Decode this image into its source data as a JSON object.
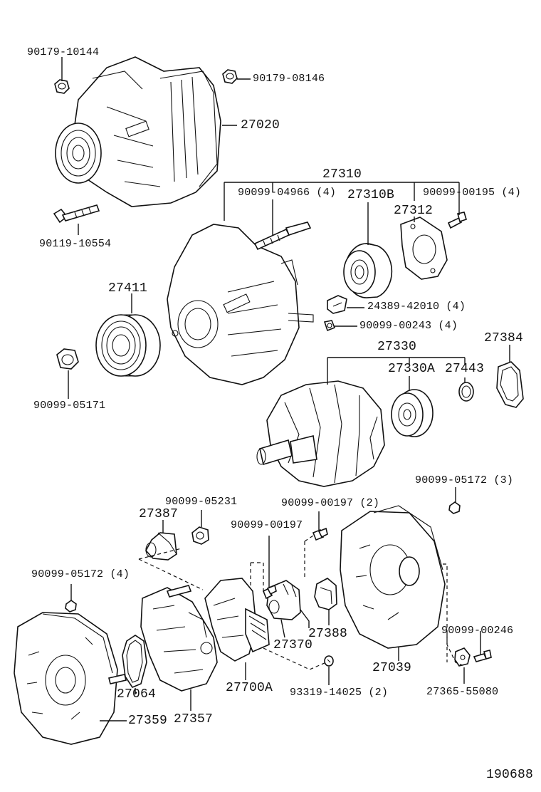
{
  "diagram_id": "190688",
  "labels": {
    "p90179_10144": "90179-10144",
    "p90179_08146": "90179-08146",
    "p27020": "27020",
    "p27310": "27310",
    "p90099_04966": "90099-04966 (4)",
    "p27310B": "27310B",
    "p90099_00195": "90099-00195 (4)",
    "p27312": "27312",
    "p90119_10554": "90119-10554",
    "p27411": "27411",
    "p24389_42010": "24389-42010 (4)",
    "p90099_00243": "90099-00243 (4)",
    "p27384": "27384",
    "p27330": "27330",
    "p27330A": "27330A",
    "p27443": "27443",
    "p90099_05171": "90099-05171",
    "p90099_05172_3": "90099-05172 (3)",
    "p90099_05231": "90099-05231",
    "p90099_00197_2": "90099-00197 (2)",
    "p27387": "27387",
    "p90099_00197": "90099-00197",
    "p90099_05172_4": "90099-05172 (4)",
    "p27388": "27388",
    "p27370": "27370",
    "p90099_00246": "90099-00246",
    "p27039": "27039",
    "p27064": "27064",
    "p27700A": "27700A",
    "p93319_14025": "93319-14025 (2)",
    "p27365_55080": "27365-55080",
    "p27359": "27359",
    "p27357": "27357"
  }
}
